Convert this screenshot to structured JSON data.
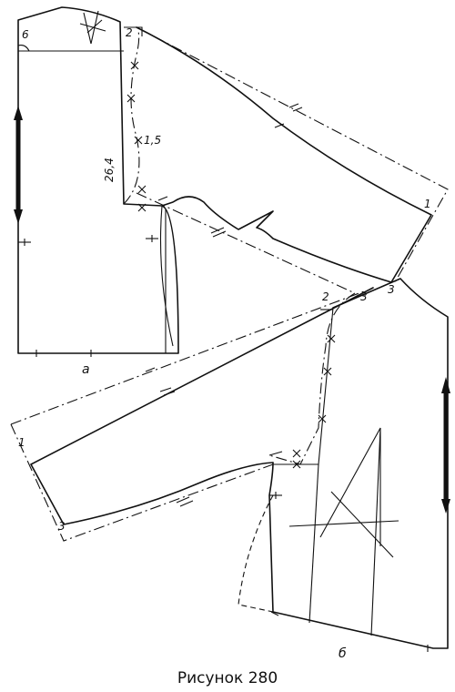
{
  "caption": "Рисунок 280",
  "labels": {
    "panel_a": "а",
    "panel_b": "б",
    "point_6": "6",
    "point_2_top": "2",
    "point_1_top": "1",
    "dim_1_5": "1,5",
    "dim_26_4": "26,4",
    "point_2_mid": "2",
    "point_3_mid_a": "3",
    "point_3_mid_b": "3",
    "point_1_left": "1",
    "point_3_bottom": "3"
  }
}
